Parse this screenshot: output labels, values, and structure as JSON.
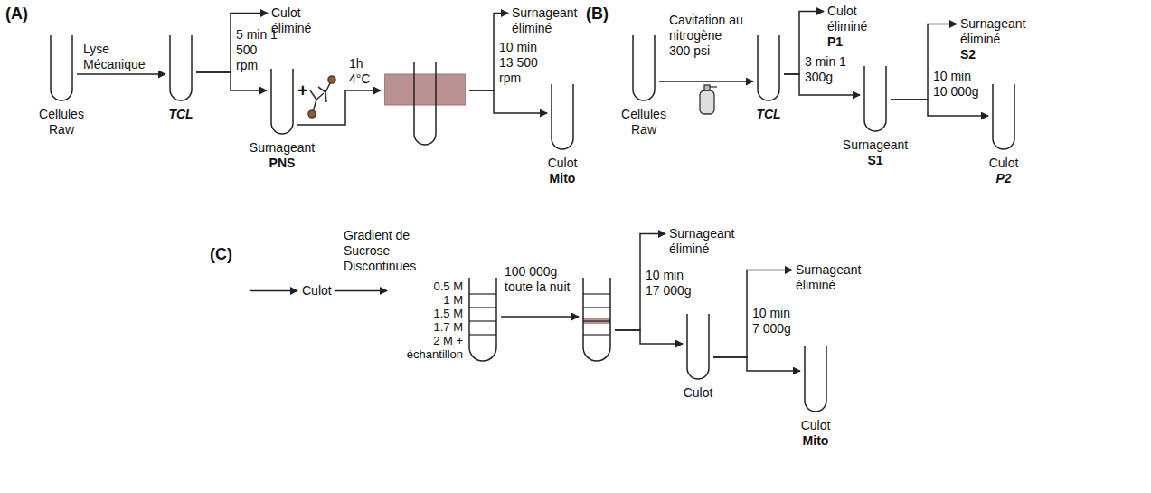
{
  "diagram": {
    "nodes": [
      {
        "text": [
          "Cellules Raw"
        ]
      },
      {
        "text": [
          "TCL"
        ]
      },
      {
        "text": [
          "Culot éliminé"
        ]
      },
      {
        "text": [
          "Surnageant",
          "PNS"
        ]
      },
      {
        "text": []
      },
      {
        "text": [
          "Surnageant éliminé"
        ]
      },
      {
        "text": [
          "Culot",
          "Mito"
        ]
      },
      {
        "text": [
          "Cellules Raw"
        ]
      },
      {
        "text": [
          "TCL"
        ]
      },
      {
        "text": [
          "Culot éliminé",
          "P1"
        ]
      },
      {
        "text": [
          "Surnageant",
          "S1"
        ]
      },
      {
        "text": [
          "Surnageant éliminé",
          "S2"
        ]
      },
      {
        "text": [
          "Culot",
          "P2"
        ]
      },
      {
        "text": [
          "Culot"
        ]
      },
      {
        "text": [
          "0.5 M",
          "1 M",
          "1.5 M",
          "1.7 M",
          "2 M + échantillon"
        ]
      },
      {
        "text": []
      },
      {
        "text": [
          "Surnageant éliminé"
        ]
      },
      {
        "text": [
          "Culot"
        ]
      },
      {
        "text": [
          "Surnageant éliminé"
        ]
      },
      {
        "text": [
          "Culot",
          "Mito"
        ]
      }
    ],
    "edges": [
      {
        "from": 0,
        "to": 1,
        "arrow": "to",
        "label": "Lyse Mécanique"
      },
      {
        "from": 1,
        "to": 2,
        "arrow": "to"
      },
      {
        "from": 1,
        "to": 3,
        "arrow": "to",
        "label": "5 min 1 500 rpm"
      },
      {
        "from": 3,
        "to": 4,
        "arrow": "to",
        "label": "1h 4°C"
      },
      {
        "from": 4,
        "to": 5,
        "arrow": "to"
      },
      {
        "from": 4,
        "to": 6,
        "arrow": "to",
        "label": "10 min 13 500 rpm"
      },
      {
        "from": 7,
        "to": 8,
        "arrow": "to",
        "label": "Cavitation au nitrogène 300 psi"
      },
      {
        "from": 8,
        "to": 9,
        "arrow": "to"
      },
      {
        "from": 8,
        "to": 10,
        "arrow": "to",
        "label": "3 min 1 300g"
      },
      {
        "from": 10,
        "to": 11,
        "arrow": "to"
      },
      {
        "from": 10,
        "to": 12,
        "arrow": "to",
        "label": "10 min 10 000g"
      },
      {
        "from": 13,
        "to": 14,
        "arrow": "to",
        "label": "Gradient de Sucrose Discontinues"
      },
      {
        "from": 14,
        "to": 15,
        "arrow": "to",
        "label": "100 000g toute la nuit"
      },
      {
        "from": 15,
        "to": 16,
        "arrow": "to"
      },
      {
        "from": 15,
        "to": 17,
        "arrow": "to",
        "label": "10 min 17 000g"
      },
      {
        "from": 17,
        "to": 18,
        "arrow": "to"
      },
      {
        "from": 17,
        "to": 19,
        "arrow": "to",
        "label": "10 min 7 000g"
      }
    ],
    "labels": [
      "(A)",
      "(B)",
      "(C)",
      "+"
    ]
  }
}
